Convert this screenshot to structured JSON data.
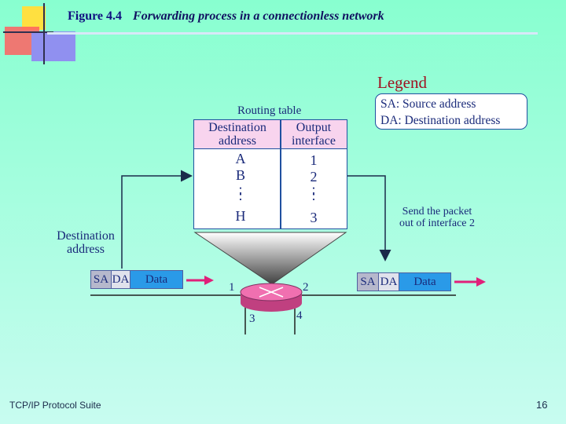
{
  "slide": {
    "figure_label": "Figure 4.4",
    "figure_title": "Forwarding process in a connectionless network",
    "footer_left": "TCP/IP Protocol Suite",
    "page_number": "16"
  },
  "legend": {
    "title": "Legend",
    "line1": "SA: Source address",
    "line2": "DA: Destination address"
  },
  "routing_table": {
    "caption": "Routing table",
    "col1_line1": "Destination",
    "col1_line2": "address",
    "col2_line1": "Output",
    "col2_line2": "interface",
    "rows": [
      {
        "dest": "A",
        "iface": "1"
      },
      {
        "dest": "B",
        "iface": "2"
      },
      {
        "dest": "H",
        "iface": "3"
      }
    ],
    "ellipsis": ":"
  },
  "labels": {
    "dest_line1": "Destination",
    "dest_line2": "address",
    "send_line1": "Send the packet",
    "send_line2": "out of interface 2"
  },
  "packet": {
    "sa": "SA",
    "da": "DA",
    "data": "Data"
  },
  "ports": {
    "p1": "1",
    "p2": "2",
    "p3": "3",
    "p4": "4"
  },
  "colors": {
    "arrow": "#e0207a",
    "router_top": "#f070b0",
    "router_side": "#c04080",
    "legend_title": "#a01020"
  }
}
